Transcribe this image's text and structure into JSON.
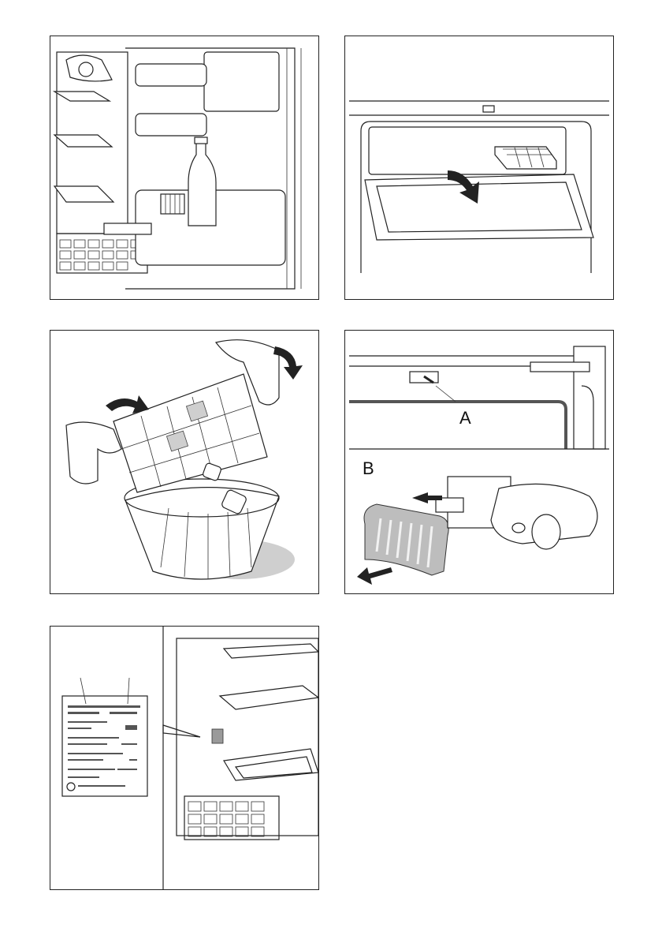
{
  "figures": [
    {
      "id": "fig-door-shelves",
      "labels": []
    },
    {
      "id": "fig-freezer-compartment",
      "labels": []
    },
    {
      "id": "fig-ice-cube-tray",
      "labels": []
    },
    {
      "id": "fig-light-bulb",
      "labels": [
        "A",
        "B"
      ]
    },
    {
      "id": "fig-rating-plate",
      "labels": []
    }
  ],
  "labels": {
    "a": "A",
    "b": "B"
  }
}
